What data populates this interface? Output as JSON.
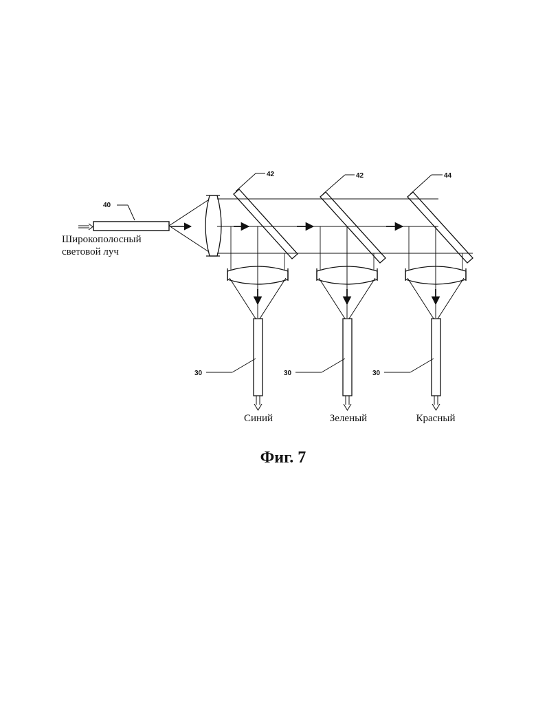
{
  "input_label": {
    "line1": "Широкополосный",
    "line2": "световой луч"
  },
  "refs": {
    "source": "40",
    "mirror1": "42",
    "mirror2": "42",
    "mirror3": "44",
    "fiber1": "30",
    "fiber2": "30",
    "fiber3": "30"
  },
  "outputs": [
    "Синий",
    "Зеленый",
    "Красный"
  ],
  "caption": "Фиг. 7",
  "colors": {
    "line": "#111111",
    "background": "#ffffff"
  }
}
